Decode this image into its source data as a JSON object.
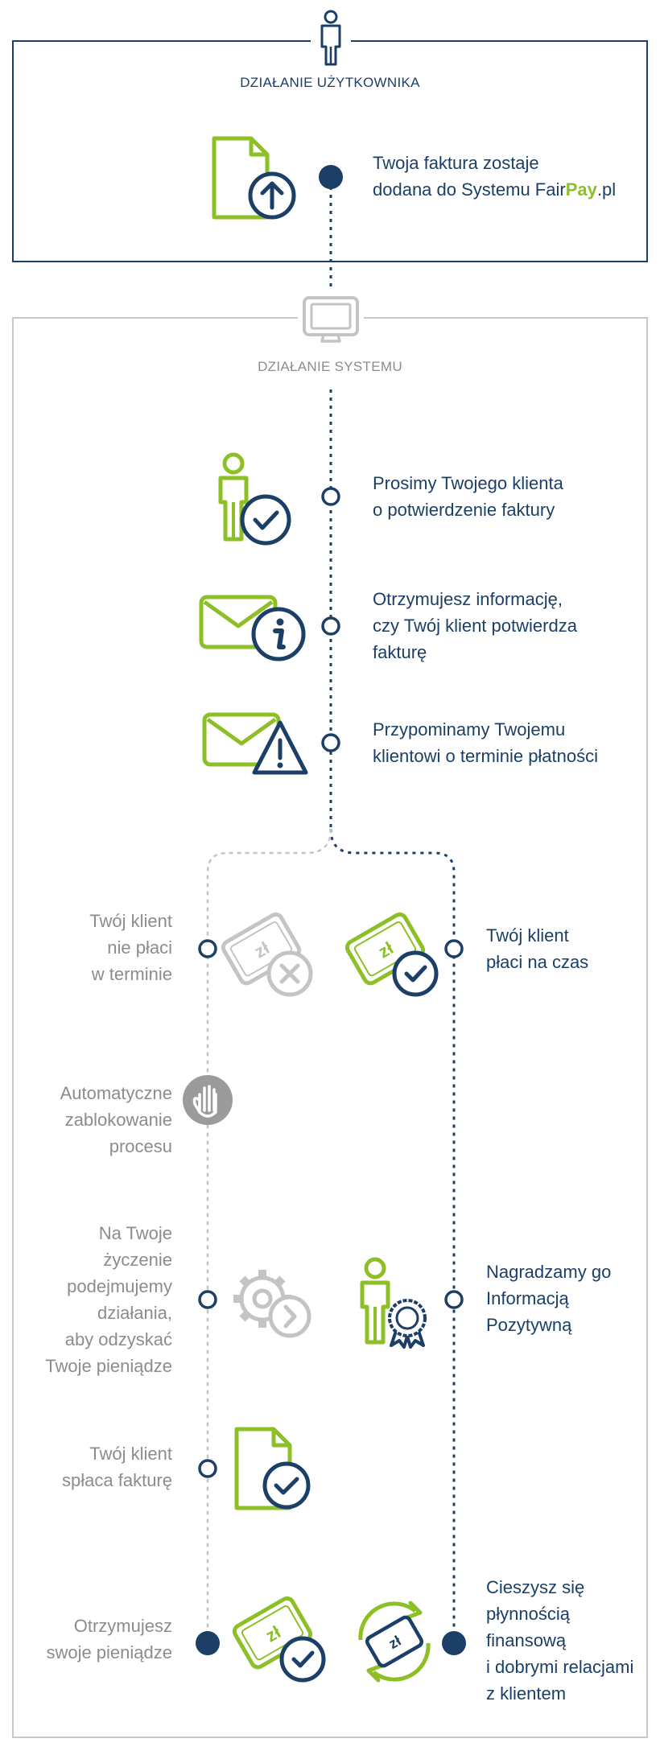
{
  "headers": {
    "user_action": "DZIAŁANIE UŻYTKOWNIKA",
    "system_action": "DZIAŁANIE SYSTEMU"
  },
  "steps": {
    "invoice_added": {
      "pre": "Twoja faktura zostaje",
      "line2_pre": "dodana do Systemu Fair",
      "brand": "Pay",
      "line2_post": ".pl"
    },
    "ask_confirm": [
      "Prosimy Twojego klienta",
      "o potwierdzenie faktury"
    ],
    "info_confirm": [
      "Otrzymujesz informację,",
      "czy Twój klient potwierdza",
      "fakturę"
    ],
    "reminder": [
      "Przypominamy Twojemu",
      "klientowi o terminie płatności"
    ]
  },
  "left_branch": {
    "not_paid": [
      "Twój klient",
      "nie płaci",
      "w terminie"
    ],
    "blocked": [
      "Automatyczne",
      "zablokowanie",
      "procesu"
    ],
    "recovery": [
      "Na Twoje",
      "życzenie",
      "podejmujemy",
      "działania,",
      "aby odzyskać",
      "Twoje pieniądze"
    ],
    "repays": [
      "Twój klient",
      "spłaca fakturę"
    ],
    "get_money": [
      "Otrzymujesz",
      "swoje pieniądze"
    ]
  },
  "right_branch": {
    "pays_on_time": [
      "Twój klient",
      "płaci na czas"
    ],
    "reward": [
      "Nagradzamy go",
      "Informacją",
      "Pozytywną"
    ],
    "liquidity": [
      "Cieszysz się",
      "płynnością",
      "finansową",
      "i dobrymi relacjami",
      "z klientem"
    ]
  },
  "icons": {
    "top_user": "user-icon",
    "top_system": "monitor-icon",
    "invoice_upload": "document-upload-icon",
    "person_check": "person-check-icon",
    "mail_info": "envelope-info-icon",
    "mail_warning": "envelope-warning-icon",
    "money_x": "banknote-x-icon",
    "money_check": "banknote-check-icon",
    "hand_stop": "hand-stop-icon",
    "gear_arrow": "gear-arrow-icon",
    "person_badge": "person-badge-icon",
    "doc_check": "document-check-icon",
    "money_check_2": "banknote-check-icon",
    "money_cycle": "banknote-cycle-icon",
    "currency": "zł"
  },
  "colors": {
    "navy": "#1b3f67",
    "green": "#8dbf26",
    "grey": "#c4c4c4",
    "grey_text": "#8c8c8c"
  }
}
